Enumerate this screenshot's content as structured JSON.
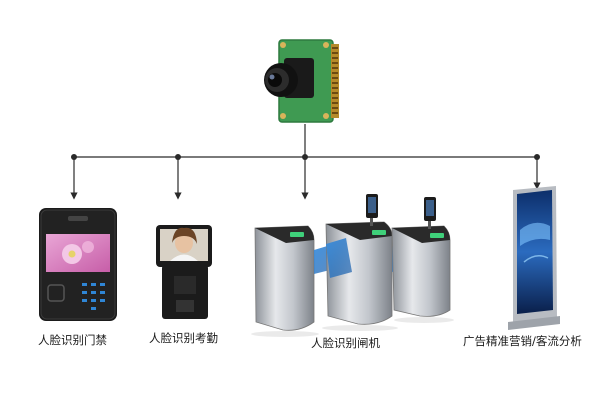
{
  "labels": {
    "access_control": "人脸识别门禁",
    "attendance": "人脸识别考勤",
    "gate": "人脸识别闸机",
    "advertising": "广告精准营销/客流分析"
  },
  "colors": {
    "pcb": "#3f9a52",
    "pcb_dark": "#2e7a3f",
    "lens": "#111111",
    "connector": "#b58a2a",
    "line": "#2a2a2a",
    "accent_blue": "#2f86d6",
    "gate_metal": "#c9ccd1",
    "device_black": "#1b1b1b"
  }
}
